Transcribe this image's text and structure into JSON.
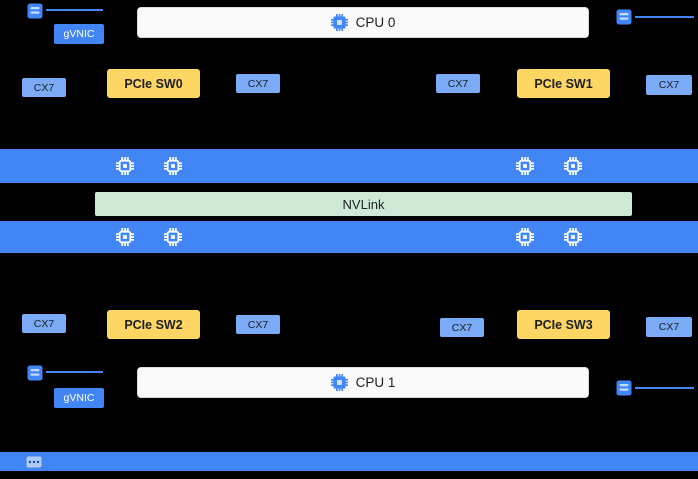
{
  "diagram": {
    "type": "system-topology",
    "background": "#000000",
    "colors": {
      "gpu_band_blue": "#4285F4",
      "cx7_box_blue": "#7BAAF7",
      "gvnic_blue": "#4285F4",
      "pcie_switch_yellow": "#FDD663",
      "nvlink_green": "#CEEAD6",
      "cpu_box_fill": "#FAFAFA",
      "cpu_box_border": "#D6D9DC",
      "dark_text": "#202124"
    },
    "cpus": [
      {
        "label": "CPU 0"
      },
      {
        "label": "CPU 1"
      }
    ],
    "gvnics": [
      {
        "label": "gVNIC"
      },
      {
        "label": "gVNIC"
      }
    ],
    "pcie_switches": [
      {
        "label": "PCIe SW0"
      },
      {
        "label": "PCIe SW1"
      },
      {
        "label": "PCIe SW2"
      },
      {
        "label": "PCIe SW3"
      }
    ],
    "nics_top": [
      "CX7",
      "CX7",
      "CX7",
      "CX7"
    ],
    "nics_bottom": [
      "CX7",
      "CX7",
      "CX7",
      "CX7"
    ],
    "nvlink": {
      "label": "NVLink"
    },
    "gpu_bands": [
      {
        "name": "gpu-band-top",
        "gpu_count": 4
      },
      {
        "name": "gpu-band-bottom",
        "gpu_count": 4
      }
    ],
    "icons": [
      "cpu-chip-icon",
      "gpu-chip-icon",
      "nic-port-icon",
      "network-switch-icon"
    ]
  }
}
